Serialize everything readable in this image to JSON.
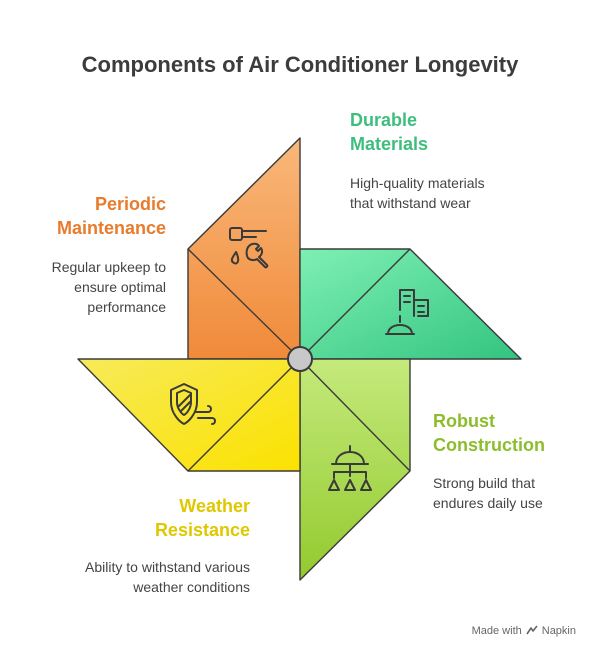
{
  "title": "Components of Air Conditioner Longevity",
  "sections": {
    "periodic": {
      "heading": "Periodic\nMaintenance",
      "description": "Regular upkeep to ensure optimal performance",
      "color": "#e87b2c",
      "icon": "tap-wrench-icon"
    },
    "durable": {
      "heading": "Durable\nMaterials",
      "description": "High-quality materials that withstand wear",
      "color": "#3dbe7e",
      "icon": "building-hardhat-icon"
    },
    "robust": {
      "heading": "Robust\nConstruction",
      "description": "Strong build that endures daily use",
      "color": "#8cbd2c",
      "icon": "hardhat-network-icon"
    },
    "weather": {
      "heading": "Weather\nResistance",
      "description": "Ability to withstand various weather conditions",
      "color": "#e0c800",
      "icon": "shield-wind-icon"
    }
  },
  "footer": {
    "label": "Made with",
    "brand": "Napkin"
  }
}
